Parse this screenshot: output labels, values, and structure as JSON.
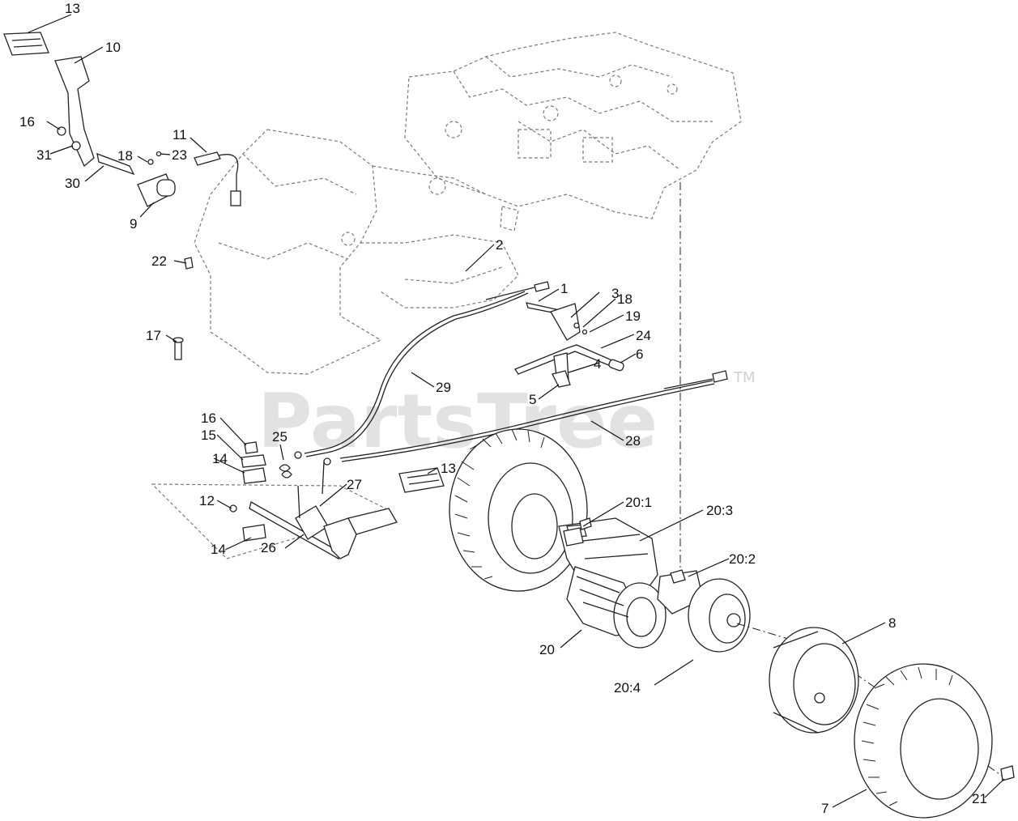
{
  "watermark": {
    "text": "PartsTree",
    "trademark": "TM"
  },
  "callouts": [
    {
      "id": "c13a",
      "label": "13"
    },
    {
      "id": "c10",
      "label": "10"
    },
    {
      "id": "c16a",
      "label": "16"
    },
    {
      "id": "c31",
      "label": "31"
    },
    {
      "id": "c30",
      "label": "30"
    },
    {
      "id": "c18a",
      "label": "18"
    },
    {
      "id": "c23",
      "label": "23"
    },
    {
      "id": "c11",
      "label": "11"
    },
    {
      "id": "c9",
      "label": "9"
    },
    {
      "id": "c22",
      "label": "22"
    },
    {
      "id": "c17",
      "label": "17"
    },
    {
      "id": "c2",
      "label": "2"
    },
    {
      "id": "c1",
      "label": "1"
    },
    {
      "id": "c3",
      "label": "3"
    },
    {
      "id": "c18b",
      "label": "18"
    },
    {
      "id": "c19",
      "label": "19"
    },
    {
      "id": "c24",
      "label": "24"
    },
    {
      "id": "c6",
      "label": "6"
    },
    {
      "id": "c4",
      "label": "4"
    },
    {
      "id": "c5",
      "label": "5"
    },
    {
      "id": "c29",
      "label": "29"
    },
    {
      "id": "c28",
      "label": "28"
    },
    {
      "id": "c16b",
      "label": "16"
    },
    {
      "id": "c15",
      "label": "15"
    },
    {
      "id": "c25",
      "label": "25"
    },
    {
      "id": "c14a",
      "label": "14"
    },
    {
      "id": "c13b",
      "label": "13"
    },
    {
      "id": "c27",
      "label": "27"
    },
    {
      "id": "c12",
      "label": "12"
    },
    {
      "id": "c14b",
      "label": "14"
    },
    {
      "id": "c26",
      "label": "26"
    },
    {
      "id": "c20_1",
      "label": "20:1"
    },
    {
      "id": "c20_3",
      "label": "20:3"
    },
    {
      "id": "c20_2",
      "label": "20:2"
    },
    {
      "id": "c8",
      "label": "8"
    },
    {
      "id": "c20",
      "label": "20"
    },
    {
      "id": "c20_4",
      "label": "20:4"
    },
    {
      "id": "c7",
      "label": "7"
    },
    {
      "id": "c21",
      "label": "21"
    }
  ]
}
